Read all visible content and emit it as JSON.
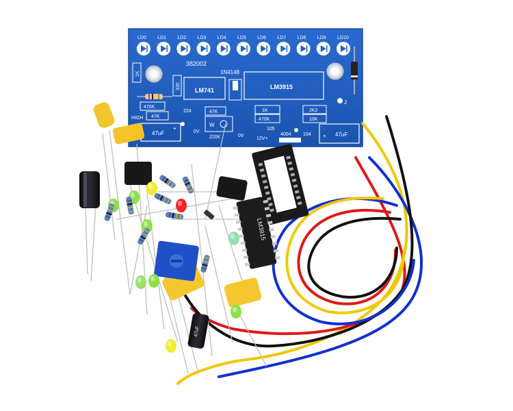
{
  "board": {
    "color": "#1f5fc0",
    "silk_color": "#ffffff",
    "led_labels": [
      "LD0",
      "LD1",
      "LD2",
      "LD3",
      "LD4",
      "LD5",
      "LD6",
      "LD7",
      "LD8",
      "LD9",
      "LD10"
    ],
    "code": "382002",
    "diode": "1N4148",
    "ic1": "LM741",
    "ic2": "LM3915",
    "r_1k_vertical": "1K",
    "r_330": "330",
    "r_470k": "470K",
    "high": "HIGH",
    "r_47k_left": "47K",
    "c_224": "224",
    "r_47k_mid": "47K",
    "pot_w": "W",
    "r_220k": "220K",
    "r_1k": "1K",
    "r_470k_mid": "470K",
    "c_105": "105",
    "r_2k2": "2K2",
    "r_10k": "10K",
    "cap_left": "47uF",
    "cap_right": "47uF",
    "ov_left": "0V",
    "ov_right": "0V",
    "v12": "12V+",
    "d_4004": "4004",
    "c_104": "104",
    "jumper": "J"
  },
  "wire_colors": [
    "#f0c800",
    "#1030d0",
    "#e01818",
    "#111111"
  ],
  "parts": {
    "ic_marking": "LM3915",
    "cap_marking": "47uF"
  }
}
